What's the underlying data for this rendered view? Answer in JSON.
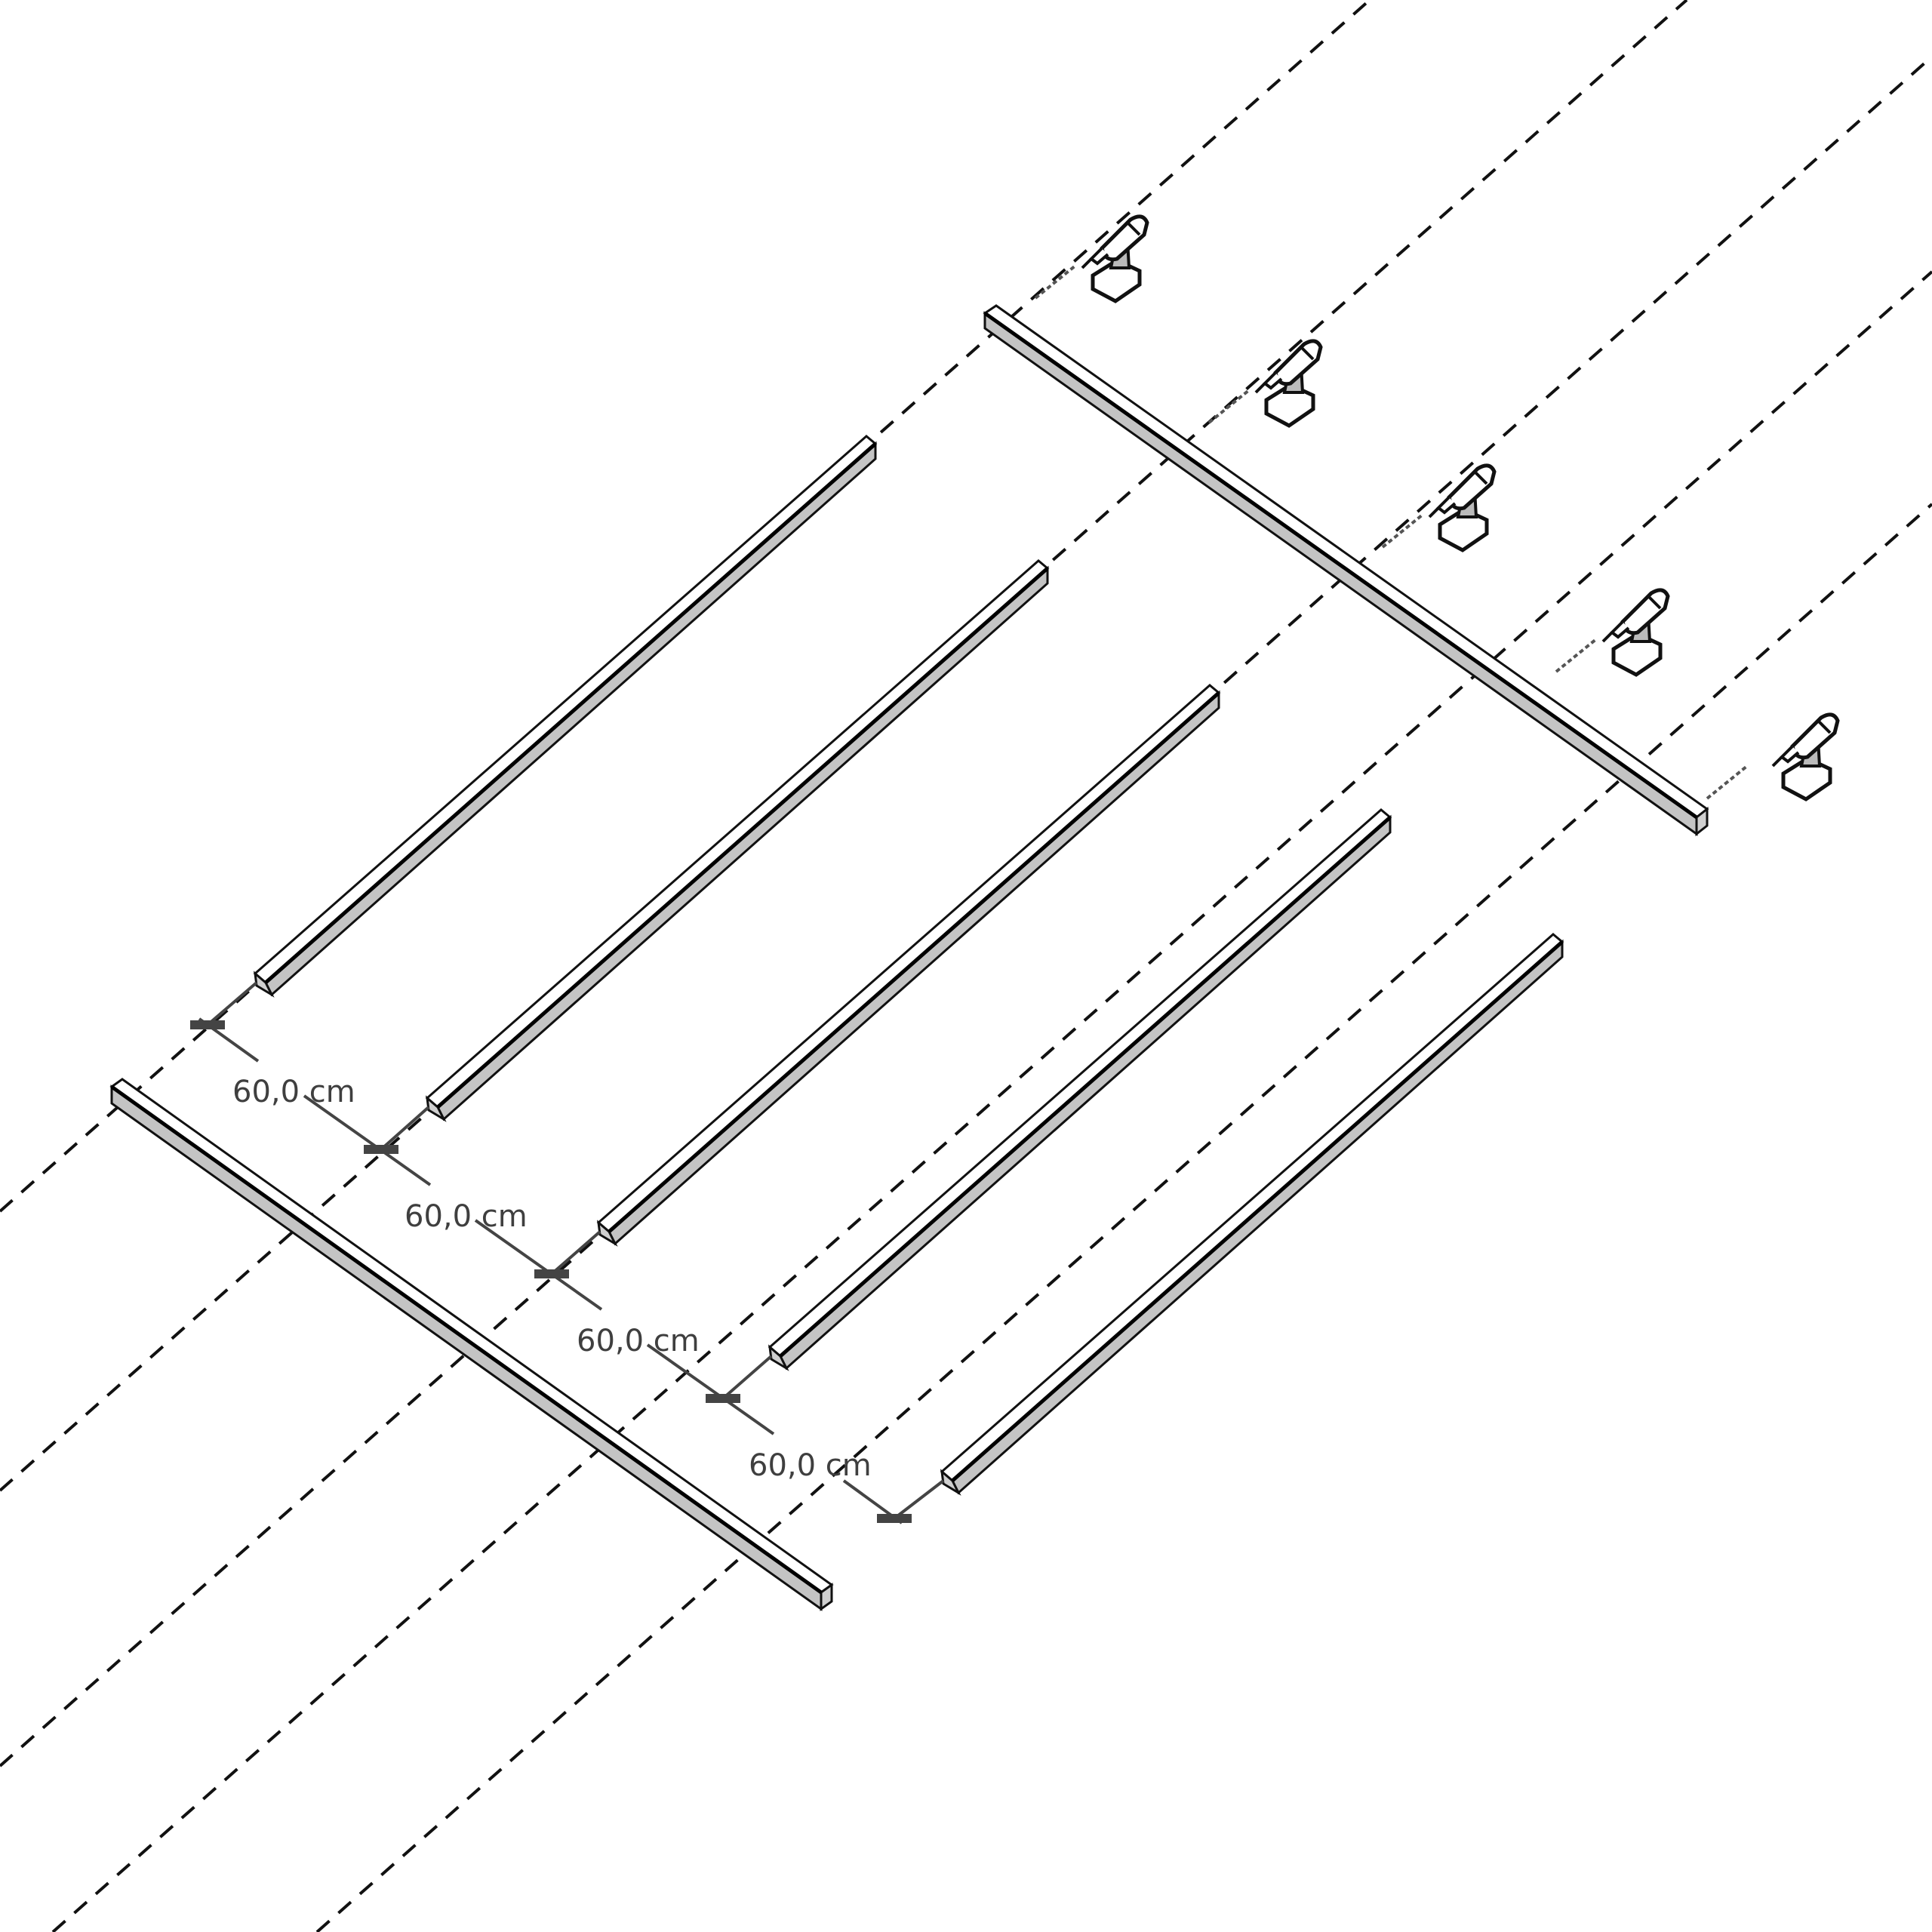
{
  "diagram": {
    "type": "isometric assembly instruction",
    "description": "Floor/deck frame: two rim beams with five joists fastened between them using a cordless drill/screws",
    "colors": {
      "outline": "#111111",
      "beam_side_shade": "#c4c4c4",
      "dimension_line": "#444444",
      "label_text": "#3f3f3f",
      "background": "#ffffff"
    },
    "joist_spacing": {
      "value": "60,0",
      "unit": "cm",
      "labels": [
        "60,0 cm",
        "60,0 cm",
        "60,0 cm",
        "60,0 cm"
      ]
    },
    "parts": {
      "rim_beams": [
        {
          "id": "back-beam",
          "icon": "beam"
        },
        {
          "id": "front-beam",
          "icon": "beam"
        }
      ],
      "joists": [
        {
          "id": "joist-1"
        },
        {
          "id": "joist-2"
        },
        {
          "id": "joist-3"
        },
        {
          "id": "joist-4"
        },
        {
          "id": "joist-5"
        }
      ],
      "tools": [
        {
          "id": "drill-1",
          "icon": "cordless-drill-icon"
        },
        {
          "id": "drill-2",
          "icon": "cordless-drill-icon"
        },
        {
          "id": "drill-3",
          "icon": "cordless-drill-icon"
        },
        {
          "id": "drill-4",
          "icon": "cordless-drill-icon"
        },
        {
          "id": "drill-5",
          "icon": "cordless-drill-icon"
        }
      ],
      "fasteners": {
        "icon": "screw-icon",
        "count": 5
      }
    }
  }
}
